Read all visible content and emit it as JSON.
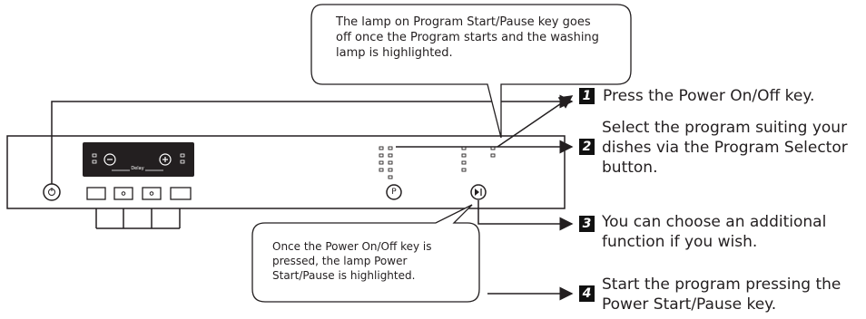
{
  "callout_top": "The lamp on Program Start/Pause key goes off once the Program starts and the washing lamp is highlighted.",
  "callout_bottom": "Once the Power On/Off key is pressed, the lamp Power Start/Pause is highlighted.",
  "display_caption": "Delay",
  "power_icon": "power-icon",
  "program_button_label": "P",
  "start_pause_icon": "play-pause-icon",
  "steps": [
    {
      "num": "1",
      "text": "Press the Power On/Off key."
    },
    {
      "num": "2",
      "text": "Select the program suiting your dishes via the Program Selector button."
    },
    {
      "num": "3",
      "text": "You can choose an additional function if you wish."
    },
    {
      "num": "4",
      "text": "Start the program pressing the Power Start/Pause key."
    }
  ]
}
